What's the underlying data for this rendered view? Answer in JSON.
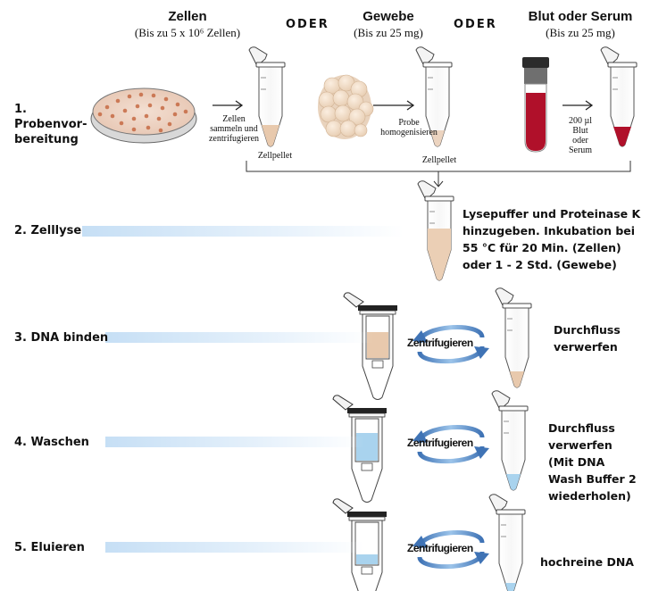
{
  "header": {
    "col1_title": "Zellen",
    "col1_sub": "(Bis zu 5 x 10⁶ Zellen)",
    "col2_title": "Gewebe",
    "col2_sub": "(Bis zu 25 mg)",
    "col3_title": "Blut oder Serum",
    "col3_sub": "(Bis zu 25 mg)",
    "oder1": "ODER",
    "oder2": "ODER"
  },
  "prep": {
    "step_label": "1.\nProbenvor-\nbereitung",
    "cells_action": "Zellen\nsammeln und\nzentrifugieren",
    "cells_pellet": "Zellpellet",
    "tissue_action": "Probe\nhomogenisieren",
    "tissue_pellet": "Zellpellet",
    "blood_action": "200 µl\nBlut\noder\nSerum"
  },
  "steps": [
    {
      "label": "2. Zelllyse",
      "note": "Lysepuffer und Proteinase K\nhinzugeben. Inkubation bei\n55 °C für 20 Min. (Zellen)\noder 1 - 2 Std. (Gewebe)"
    },
    {
      "label": "3. DNA binden",
      "centrifuge": "Zentrifugieren",
      "note": "Durchfluss\nverwerfen"
    },
    {
      "label": "4. Waschen",
      "centrifuge": "Zentrifugieren",
      "note": "Durchfluss\nverwerfen\n(Mit DNA\nWash Buffer 2\nwiederholen)"
    },
    {
      "label": "5. Eluieren",
      "centrifuge": "Zentrifugieren",
      "note": "hochreine DNA"
    }
  ],
  "colors": {
    "pellet": "#e8c9ad",
    "blood": "#b0102a",
    "wash": "#a9d3ee",
    "arrow": "#4a7fbf",
    "bar": "#c6dff5"
  }
}
